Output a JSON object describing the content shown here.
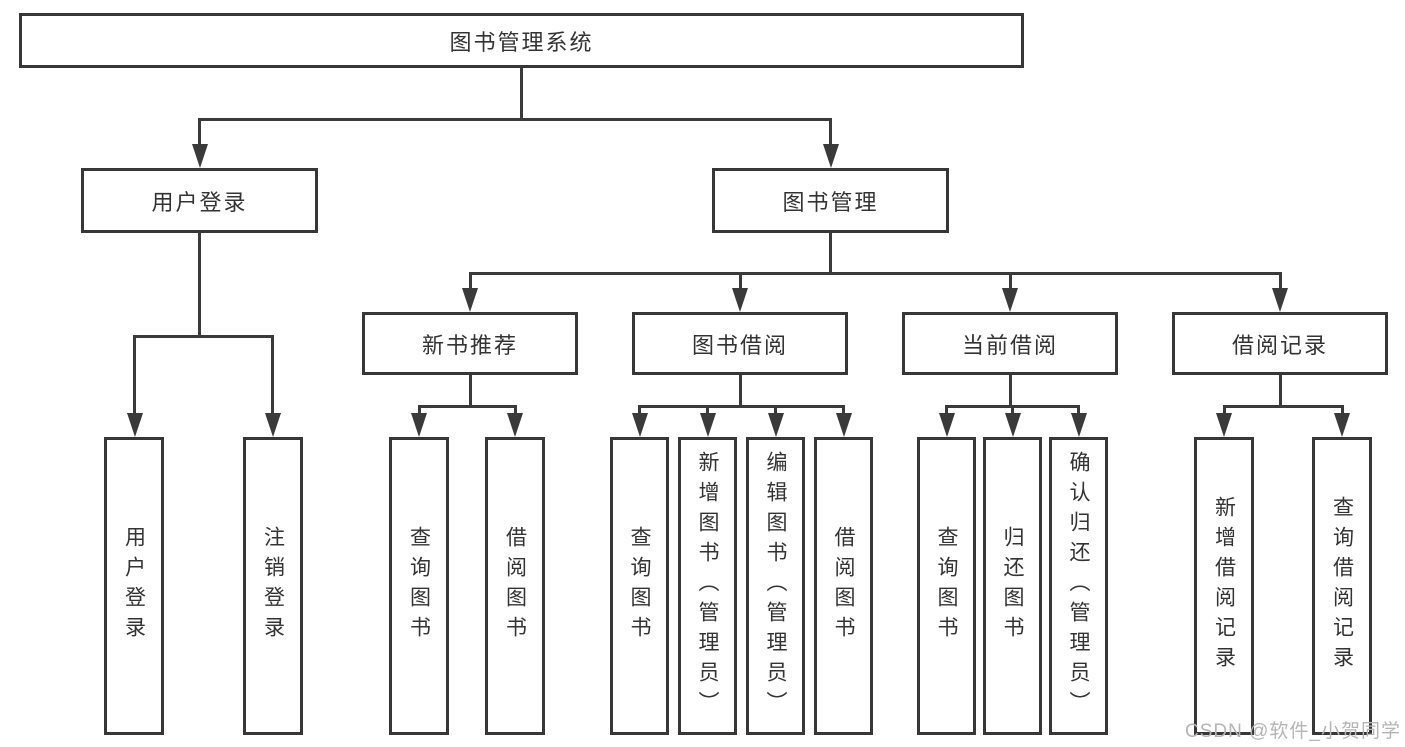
{
  "diagram": {
    "root": "图书管理系统",
    "user_login": "用户登录",
    "book_management": "图书管理",
    "categories": [
      "新书推荐",
      "图书借阅",
      "当前借阅",
      "借阅记录"
    ],
    "leaves": {
      "login": [
        "用户登录",
        "注销登录"
      ],
      "recommend": [
        "查询图书",
        "借阅图书"
      ],
      "borrow": [
        "查询图书",
        "新增图书（管理员）",
        "编辑图书（管理员）",
        "借阅图书"
      ],
      "current": [
        "查询图书",
        "归还图书",
        "确认归还（管理员）"
      ],
      "records": [
        "新增借阅记录",
        "查询借阅记录"
      ]
    }
  },
  "watermark": "CSDN @软件_小贺同学",
  "colors": {
    "line": "#3a3a3a",
    "border": "#373737",
    "text": "#333333",
    "watermark_text": "#b5b5b5",
    "background": "#ffffff"
  }
}
